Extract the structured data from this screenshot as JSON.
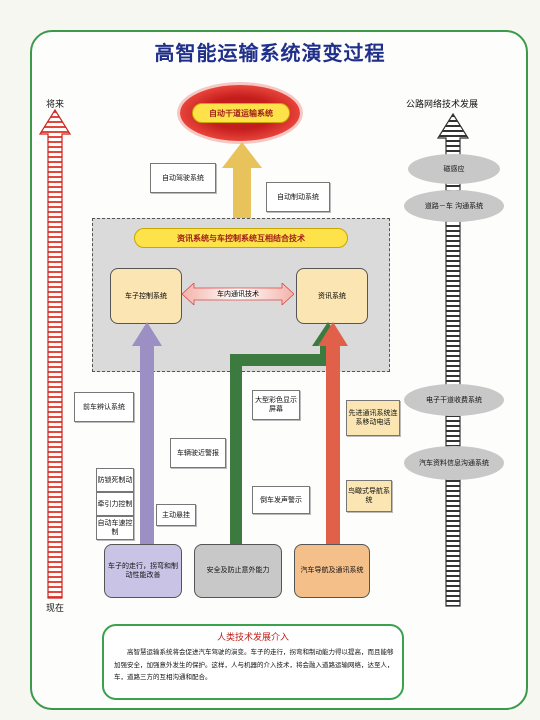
{
  "title": "高智能运输系统演变过程",
  "labels": {
    "future": "将来",
    "present": "现在",
    "highway_dev": "公路网络技术发展"
  },
  "top_node": "自动干道运输系统",
  "integration_bar": "资讯系统与车控制系统互相结合技术",
  "upper_boxes": {
    "auto_drive": "自动驾驶系统",
    "auto_brake": "自动制动系统"
  },
  "vehicle_control": "车子控制系统",
  "in_vehicle_comm": "车内通讯技术",
  "info_system": "资讯系统",
  "left_boxes": {
    "front_recognition": "前车辨认系统",
    "anti_lock": "防锁死制动",
    "traction": "牵引力控制",
    "auto_speed": "自动车速控制",
    "active_suspension": "主动悬挂",
    "approach_warning": "车辆驶近警报"
  },
  "middle_boxes": {
    "large_display": "大型彩色显示屏幕",
    "reverse_warning": "倒车发声警示"
  },
  "right_boxes": {
    "advanced_comm": "先进通讯系统连系移动电话",
    "birdseye_nav": "鸟瞰式导航系统"
  },
  "bottom_boxes": {
    "driving_perf": "车子的走行，拐弯和制动性能改善",
    "safety": "安全及防止意外能力",
    "navigation": "汽车导航及通讯系统"
  },
  "highway_items": [
    "磁感应",
    "道路－车 沟通系统",
    "电子干道收费系统",
    "汽车资料信息沟通系统"
  ],
  "note": {
    "title": "人类技术发展介入",
    "body": "高智慧运输系统将会促进汽车驾驶的演变。车子的走行，拐弯和制动能力得以提高，而且能够加强安全，加强意外发生的保护。这样，人与机器的介入技术，将会融入道路运输网络，达至人，车，道路三方的互相沟通和配合。"
  },
  "colors": {
    "purple_arrow": "#9b8fc4",
    "green_arrow": "#3d7a3f",
    "red_arrow": "#e0604a",
    "yellow_arrow": "#e8c25a",
    "frame": "#3a9a4a"
  }
}
